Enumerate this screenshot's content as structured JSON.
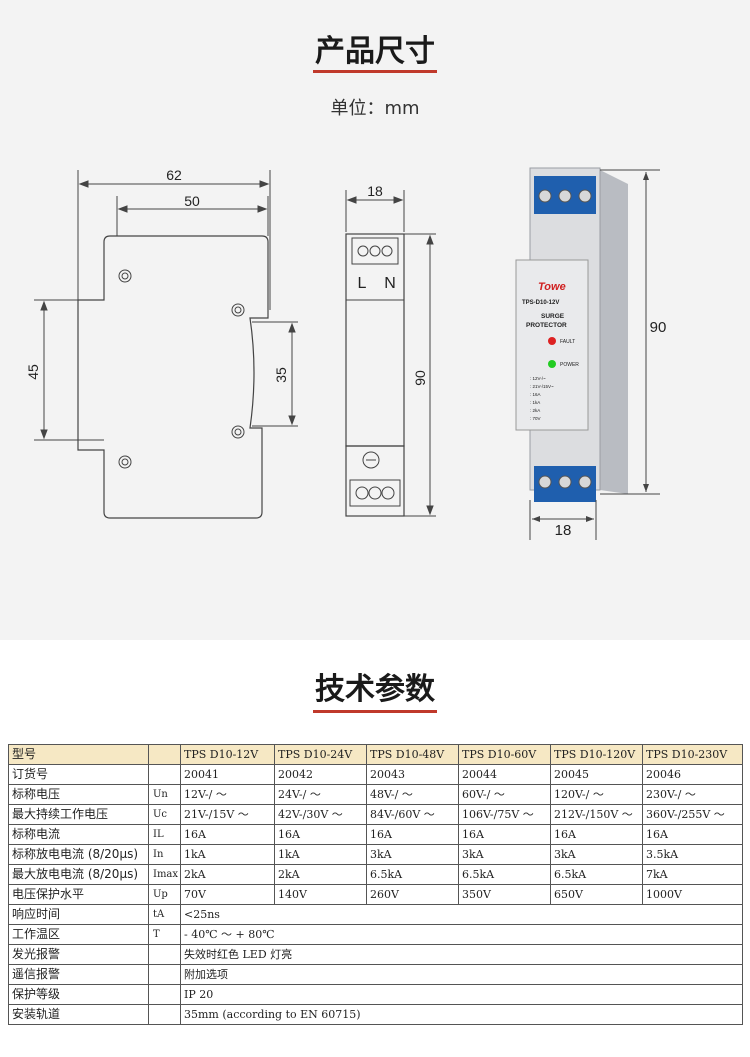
{
  "dimensions_section": {
    "title": "产品尺寸",
    "unit": "单位：mm",
    "dim_62": "62",
    "dim_50": "50",
    "dim_45": "45",
    "dim_35": "35",
    "dim_18_side": "18",
    "dim_90_side": "90",
    "terminal_L": "L",
    "terminal_N": "N",
    "dim_90_photo": "90",
    "dim_18_photo": "18"
  },
  "product_label": {
    "brand": "Towe",
    "model": "TPS-D10-12V",
    "line1": "SURGE",
    "line2": "PROTECTOR",
    "fault": "FAULT",
    "power": "POWER",
    "specs": [
      ": 12V-/~",
      ": 21V-/15V~",
      ": 16A",
      ": 1kA",
      ": 2kA",
      ": 70V"
    ]
  },
  "tech_section": {
    "title": "技术参数"
  },
  "table": {
    "rows": [
      {
        "name": "型号",
        "sym": "",
        "vals": [
          "TPS D10-12V",
          "TPS D10-24V",
          "TPS D10-48V",
          "TPS D10-60V",
          "TPS D10-120V",
          "TPS D10-230V"
        ]
      },
      {
        "name": "订货号",
        "sym": "",
        "vals": [
          "20041",
          "20042",
          "20043",
          "20044",
          "20045",
          "20046"
        ]
      },
      {
        "name": "标称电压",
        "sym": "Un",
        "vals": [
          "12V-/ ～",
          "24V-/ ～",
          "48V-/ ～",
          "60V-/ ～",
          "120V-/ ～",
          "230V-/ ～"
        ]
      },
      {
        "name": "最大持续工作电压",
        "sym": "Uc",
        "vals": [
          "21V-/15V ～",
          "42V-/30V ～",
          "84V-/60V ～",
          "106V-/75V ～",
          "212V-/150V ～",
          "360V-/255V ～"
        ]
      },
      {
        "name": "标称电流",
        "sym": "IL",
        "vals": [
          "16A",
          "16A",
          "16A",
          "16A",
          "16A",
          "16A"
        ]
      },
      {
        "name": "标称放电电流 (8/20μs)",
        "sym": "In",
        "vals": [
          "1kA",
          "1kA",
          "3kA",
          "3kA",
          "3kA",
          "3.5kA"
        ]
      },
      {
        "name": "最大放电电流 (8/20μs)",
        "sym": "Imax",
        "vals": [
          "2kA",
          "2kA",
          "6.5kA",
          "6.5kA",
          "6.5kA",
          "7kA"
        ]
      },
      {
        "name": "电压保护水平",
        "sym": "Up",
        "vals": [
          "70V",
          "140V",
          "260V",
          "350V",
          "650V",
          "1000V"
        ]
      }
    ],
    "merged_rows": [
      {
        "name": "响应时间",
        "sym": "tA",
        "val": "<25ns"
      },
      {
        "name": "工作温区",
        "sym": "T",
        "val": "- 40℃  ～ + 80℃"
      },
      {
        "name": "发光报警",
        "sym": "",
        "val": "失效时红色 LED 灯亮"
      },
      {
        "name": "遥信报警",
        "sym": "",
        "val": "附加选项"
      },
      {
        "name": "保护等级",
        "sym": "",
        "val": "IP 20"
      },
      {
        "name": "安装轨道",
        "sym": "",
        "val": "35mm (according to EN 60715)"
      }
    ]
  }
}
